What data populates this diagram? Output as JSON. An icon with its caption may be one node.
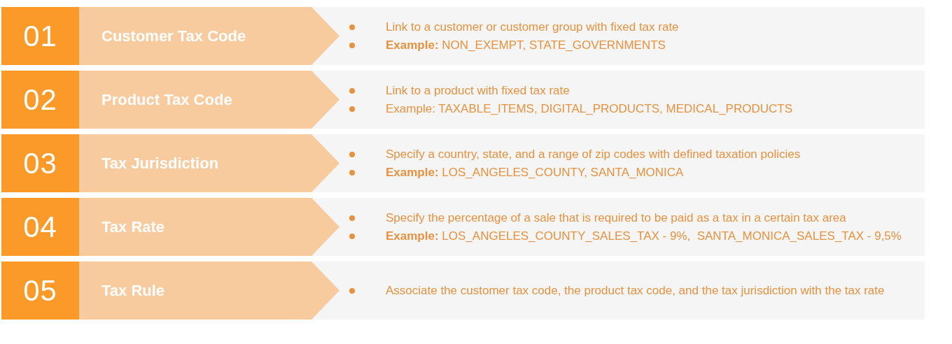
{
  "diagram": {
    "nodes": [
      {
        "text": [
          "01"
        ]
      },
      {
        "text": [
          "Customer Tax Code"
        ]
      },
      {
        "text": [
          "Link to a customer or customer group with fixed tax rate",
          "**Example:** NON_EXEMPT, STATE_GOVERNMENTS"
        ]
      },
      {
        "text": [
          "02"
        ]
      },
      {
        "text": [
          "Product Tax Code"
        ]
      },
      {
        "text": [
          "Link to a product with fixed tax rate",
          "Example: TAXABLE_ITEMS, DIGITAL_PRODUCTS, MEDICAL_PRODUCTS"
        ]
      },
      {
        "text": [
          "03"
        ]
      },
      {
        "text": [
          "Tax Jurisdiction"
        ]
      },
      {
        "text": [
          "Specify a country, state, and a range of zip codes with defined taxation policies",
          "**Example:** LOS_ANGELES_COUNTY, SANTA_MONICA"
        ]
      },
      {
        "text": [
          "04"
        ]
      },
      {
        "text": [
          "Tax Rate"
        ]
      },
      {
        "text": [
          "Specify the percentage of a sale that is required to be paid as a tax in a certain tax area",
          "**Example:** LOS_ANGELES_COUNTY_SALES_TAX - 9%,  SANTA_MONICA_SALES_TAX - 9,5%"
        ]
      },
      {
        "text": [
          "05"
        ]
      },
      {
        "text": [
          "Tax Rule"
        ]
      },
      {
        "text": [
          "Associate the customer tax code, the product tax code, and the tax jurisdiction with the tax rate"
        ]
      }
    ]
  }
}
